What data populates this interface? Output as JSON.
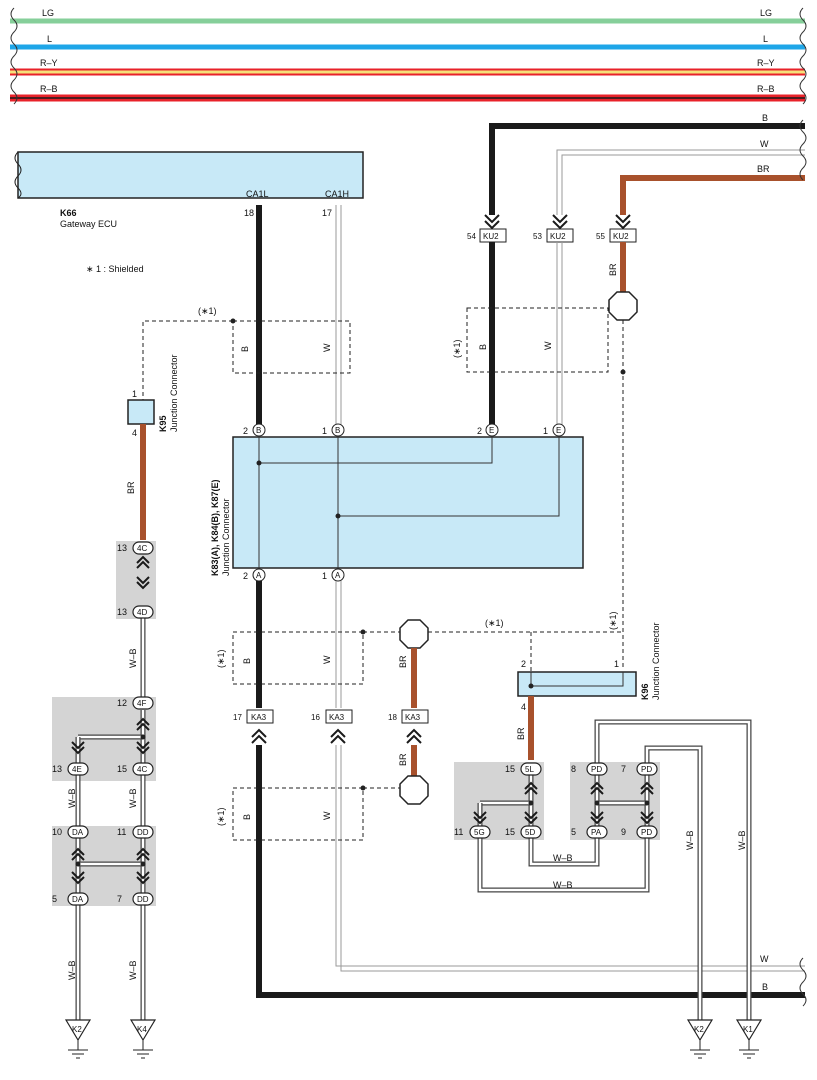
{
  "colors": {
    "LG": "#86cf9a",
    "L": "#1ea6e8",
    "R": "#e8222a",
    "Y": "#f6e17a",
    "B": "#1a1a1a",
    "BR": "#a8512c",
    "W": "#9a9a9a",
    "ecu_fill": "#c8e9f7",
    "shade": "#d4d4d4"
  },
  "bus_wires": [
    {
      "code_left": "LG",
      "code_right": "LG"
    },
    {
      "code_left": "L",
      "code_right": "L"
    },
    {
      "code_left": "R–Y",
      "code_right": "R–Y"
    },
    {
      "code_left": "R–B",
      "code_right": "R–B"
    }
  ],
  "right_wires": {
    "b": "B",
    "w": "W",
    "br": "BR"
  },
  "ecu": {
    "id": "K66",
    "name": "Gateway ECU",
    "pin_labels": {
      "left": "CA1L",
      "right": "CA1H"
    },
    "pin_numbers": {
      "left": "18",
      "right": "17"
    }
  },
  "note": "∗ 1 : Shielded",
  "shield_label": "(∗1)",
  "wire_codes": {
    "b": "B",
    "w": "W",
    "br": "BR",
    "wb": "W–B"
  },
  "ku2": [
    {
      "num": "54",
      "conn": "KU2"
    },
    {
      "num": "53",
      "conn": "KU2"
    },
    {
      "num": "55",
      "conn": "KU2"
    }
  ],
  "ka3": [
    {
      "num": "17",
      "conn": "KA3"
    },
    {
      "num": "16",
      "conn": "KA3"
    },
    {
      "num": "18",
      "conn": "KA3"
    }
  ],
  "k95": {
    "id": "K95",
    "name": "Junction Connector",
    "pin_top": "1",
    "pin_bottom": "4"
  },
  "k96": {
    "id": "K96",
    "name": "Junction Connector",
    "pin_a": "2",
    "pin_b": "1",
    "pin_bottom": "4"
  },
  "junction": {
    "id": "K83(A), K84(B), K87(E)",
    "name": "Junction Connector",
    "top_pins": [
      {
        "num": "2",
        "letter": "B"
      },
      {
        "num": "1",
        "letter": "B"
      },
      {
        "num": "2",
        "letter": "E"
      },
      {
        "num": "1",
        "letter": "E"
      }
    ],
    "bottom_pins": [
      {
        "num": "2",
        "letter": "A"
      },
      {
        "num": "1",
        "letter": "A"
      }
    ]
  },
  "ovals": {
    "c4c_a": {
      "num": "13",
      "code": "4C"
    },
    "c4d": {
      "num": "13",
      "code": "4D"
    },
    "c4f": {
      "num": "12",
      "code": "4F"
    },
    "c4e": {
      "num": "13",
      "code": "4E"
    },
    "c4c_b": {
      "num": "15",
      "code": "4C"
    },
    "cda1": {
      "num": "10",
      "code": "DA"
    },
    "cdd1": {
      "num": "11",
      "code": "DD"
    },
    "cda2": {
      "num": "5",
      "code": "DA"
    },
    "cdd2": {
      "num": "7",
      "code": "DD"
    },
    "c5l": {
      "num": "15",
      "code": "5L"
    },
    "c5g": {
      "num": "11",
      "code": "5G"
    },
    "c5d": {
      "num": "15",
      "code": "5D"
    },
    "cpd1": {
      "num": "8",
      "code": "PD"
    },
    "cpd2": {
      "num": "7",
      "code": "PD"
    },
    "cpa": {
      "num": "5",
      "code": "PA"
    },
    "cpd3": {
      "num": "9",
      "code": "PD"
    }
  },
  "grounds": [
    "K2",
    "K4",
    "K2",
    "K1"
  ]
}
